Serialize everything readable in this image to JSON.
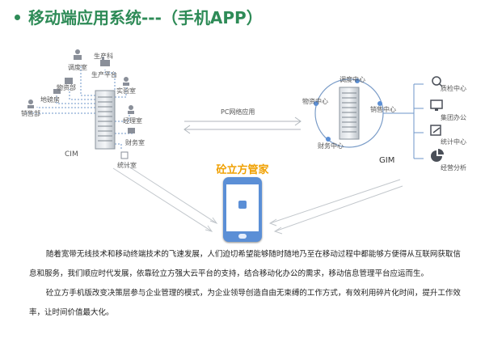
{
  "header": {
    "title": "移动端应用系统---（手机APP）"
  },
  "cim": {
    "label": "CIM",
    "departments": [
      "调度室",
      "生产科",
      "生产平台",
      "物资部",
      "实验室",
      "地磅房",
      "销售部",
      "经理室",
      "财务室",
      "统计室"
    ]
  },
  "gim": {
    "label": "GIM",
    "centers": [
      "调度中心",
      "物资中心",
      "销售中心",
      "财务中心"
    ],
    "modules": [
      "质检中心",
      "集团办公",
      "统计中心",
      "经营分析"
    ]
  },
  "link": {
    "label": "PC网络应用"
  },
  "app": {
    "name": "砼立方管家"
  },
  "body": {
    "paragraphs": [
      "随着宽带无线技术和移动终端技术的飞速发展，人们迫切希望能够随时随地乃至在移动过程中都能够方便得从互联网获取信息和服务，我们顺应时代发展，依靠砼立方强大云平台的支持，结合移动化办公的需求，移动信息管理平台应运而生。",
      "砼立方手机版改变决策层参与企业管理的模式，为企业领导创造自由无束缚的工作方式，有效利用碎片化时间，提升工作效率，让时间价值最大化。"
    ]
  },
  "colors": {
    "title": "#2e8b57",
    "accent": "#f0a000",
    "phone": "#5b8fd6"
  }
}
